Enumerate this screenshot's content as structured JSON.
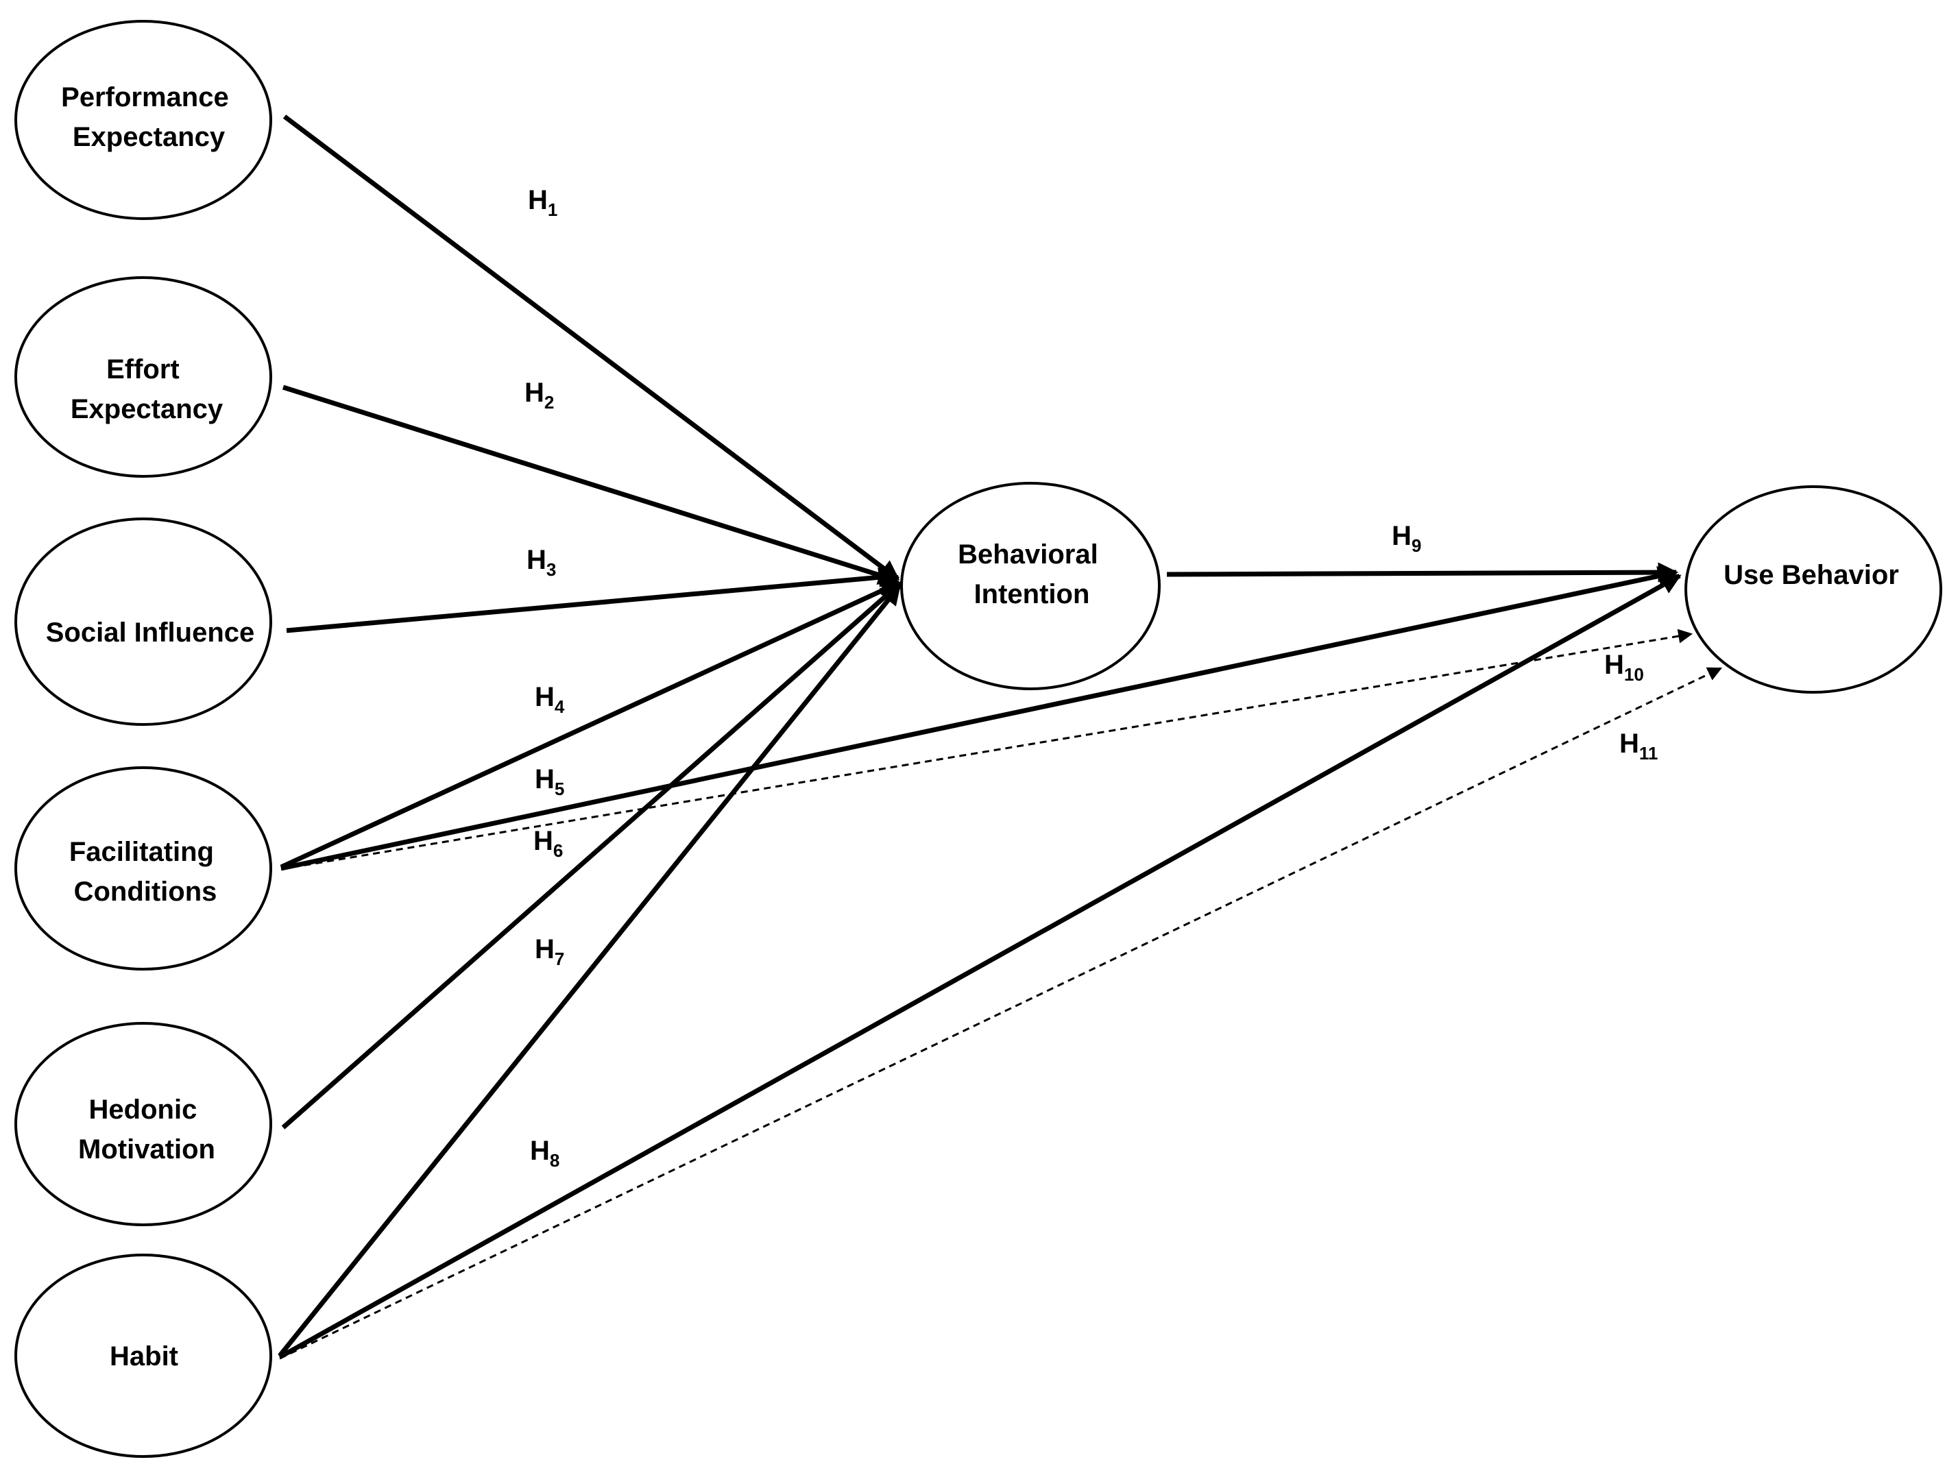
{
  "nodes": {
    "performance_expectancy": {
      "lines": [
        "Performance",
        "Expectancy"
      ]
    },
    "effort_expectancy": {
      "lines": [
        "Effort",
        "Expectancy"
      ]
    },
    "social_influence": {
      "lines": [
        "Social Influence"
      ]
    },
    "facilitating_conditions": {
      "lines": [
        "Facilitating",
        "Conditions"
      ]
    },
    "hedonic_motivation": {
      "lines": [
        "Hedonic",
        "Motivation"
      ]
    },
    "habit": {
      "lines": [
        "Habit"
      ]
    },
    "behavioral_intention": {
      "lines": [
        "Behavioral",
        "Intention"
      ]
    },
    "use_behavior": {
      "lines": [
        "Use Behavior"
      ]
    }
  },
  "edges": [
    {
      "id": "h1",
      "from": "performance_expectancy",
      "to": "behavioral_intention",
      "style": "solid"
    },
    {
      "id": "h2",
      "from": "effort_expectancy",
      "to": "behavioral_intention",
      "style": "solid"
    },
    {
      "id": "h3",
      "from": "social_influence",
      "to": "behavioral_intention",
      "style": "solid"
    },
    {
      "id": "h4",
      "from": "facilitating_conditions",
      "to": "behavioral_intention",
      "style": "solid"
    },
    {
      "id": "h5",
      "from": "facilitating_conditions",
      "to": "use_behavior",
      "style": "solid"
    },
    {
      "id": "h6",
      "from": "hedonic_motivation",
      "to": "behavioral_intention",
      "style": "solid"
    },
    {
      "id": "h7",
      "from": "habit",
      "to": "behavioral_intention",
      "style": "solid"
    },
    {
      "id": "h8",
      "from": "habit",
      "to": "use_behavior",
      "style": "solid"
    },
    {
      "id": "h9",
      "from": "behavioral_intention",
      "to": "use_behavior",
      "style": "solid"
    },
    {
      "id": "h10",
      "from": "facilitating_conditions",
      "to": "use_behavior",
      "style": "dashed"
    },
    {
      "id": "h11",
      "from": "habit",
      "to": "use_behavior",
      "style": "dashed"
    }
  ],
  "hypotheses": {
    "h1": {
      "letter": "H",
      "sub": "1"
    },
    "h2": {
      "letter": "H",
      "sub": "2"
    },
    "h3": {
      "letter": "H",
      "sub": "3"
    },
    "h4": {
      "letter": "H",
      "sub": "4"
    },
    "h5": {
      "letter": "H",
      "sub": "5"
    },
    "h6": {
      "letter": "H",
      "sub": "6"
    },
    "h7": {
      "letter": "H",
      "sub": "7"
    },
    "h8": {
      "letter": "H",
      "sub": "8"
    },
    "h9": {
      "letter": "H",
      "sub": "9"
    },
    "h10": {
      "letter": "H",
      "sub": "10"
    },
    "h11": {
      "letter": "H",
      "sub": "11"
    }
  }
}
